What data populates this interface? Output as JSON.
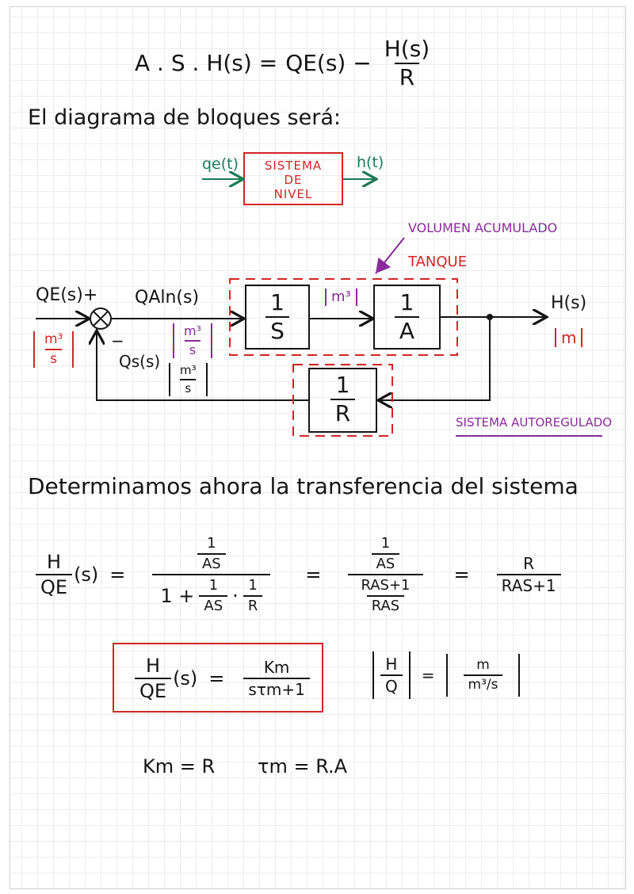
{
  "colors": {
    "ink": "#151515",
    "red": "#d42424",
    "green": "#1b7a55",
    "purple": "#8a2a9a"
  },
  "eq1": {
    "lhs": "A . S . H(s) =",
    "qe": "QE(s) −",
    "num": "H(s)",
    "den": "R"
  },
  "intro": "El diagrama de bloques será:",
  "simple_diagram": {
    "input": "qe(t)",
    "output": "h(t)",
    "block": [
      "SISTEMA",
      "DE",
      "NIVEL"
    ]
  },
  "block_diagram": {
    "input": "QE(s)",
    "plus": "+",
    "minus": "−",
    "input_units": {
      "num": "m³",
      "den": "s"
    },
    "error_signal": "QAln(s)",
    "error_units": {
      "num": "m³",
      "den": "s"
    },
    "block1": {
      "num": "1",
      "den": "S"
    },
    "mid_units": "m³",
    "block2": {
      "num": "1",
      "den": "A"
    },
    "output": "H(s)",
    "output_units": "m",
    "feedback_signal": "Qs(s)",
    "feedback_units": {
      "num": "m³",
      "den": "s"
    },
    "feedback_block": {
      "num": "1",
      "den": "R"
    },
    "annot_volume": "VOLUMEN ACUMULADO",
    "annot_tank": "TANQUE",
    "annot_system": "SISTEMA AUTOREGULADO"
  },
  "heading2": "Determinamos ahora la transferencia del sistema",
  "tf": {
    "lhs_num": "H",
    "lhs_den": "QE",
    "lhs_arg": "(s)",
    "eq": "=",
    "s1_num": {
      "num": "1",
      "den": "AS"
    },
    "s1_den_prefix": "1 +",
    "s1_den_a": {
      "num": "1",
      "den": "AS"
    },
    "dot": "·",
    "s1_den_b": {
      "num": "1",
      "den": "R"
    },
    "s2_num": {
      "num": "1",
      "den": "AS"
    },
    "s2_den": {
      "num": "RAS+1",
      "den": "RAS"
    },
    "s3": {
      "num": "R",
      "den": "RAS+1"
    }
  },
  "result": {
    "lhs_num": "H",
    "lhs_den": "QE",
    "lhs_arg": "(s)",
    "eq": "=",
    "num": "Km",
    "den": "sτm+1"
  },
  "units": {
    "num": "H",
    "den": "Q",
    "eq": "=",
    "rnum": "m",
    "rden": "m³/s"
  },
  "params": {
    "km": "Km = R",
    "tau": "τm = R.A"
  }
}
